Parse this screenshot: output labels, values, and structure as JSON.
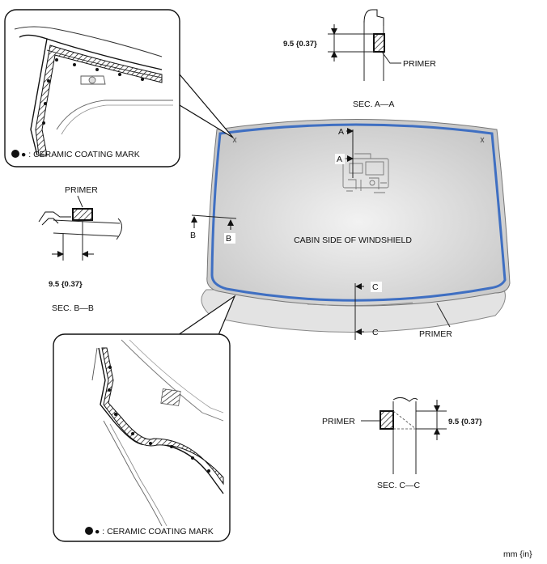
{
  "callouts": {
    "top_left_legend": "● : CERAMIC COATING MARK",
    "bottom_left_legend": "● : CERAMIC COATING MARK"
  },
  "windshield": {
    "center_label": "CABIN SIDE OF WINDSHIELD",
    "primer_label": "PRIMER",
    "section_marks": {
      "a_top": "A",
      "a_mid": "A",
      "b_left": "B",
      "b_right": "B",
      "c_top": "C",
      "c_bottom": "C"
    }
  },
  "sections": {
    "aa": {
      "primer": "PRIMER",
      "dimension": "9.5 {0.37}",
      "caption": "SEC. A—A"
    },
    "bb": {
      "primer": "PRIMER",
      "dimension": "9.5 {0.37}",
      "caption": "SEC. B—B"
    },
    "cc": {
      "primer": "PRIMER",
      "dimension": "9.5 {0.37}",
      "caption": "SEC. C—C"
    }
  },
  "units": "mm {in}",
  "colors": {
    "primer_line": "#3f6fc2",
    "glass_fill": "#d9d9d9"
  }
}
